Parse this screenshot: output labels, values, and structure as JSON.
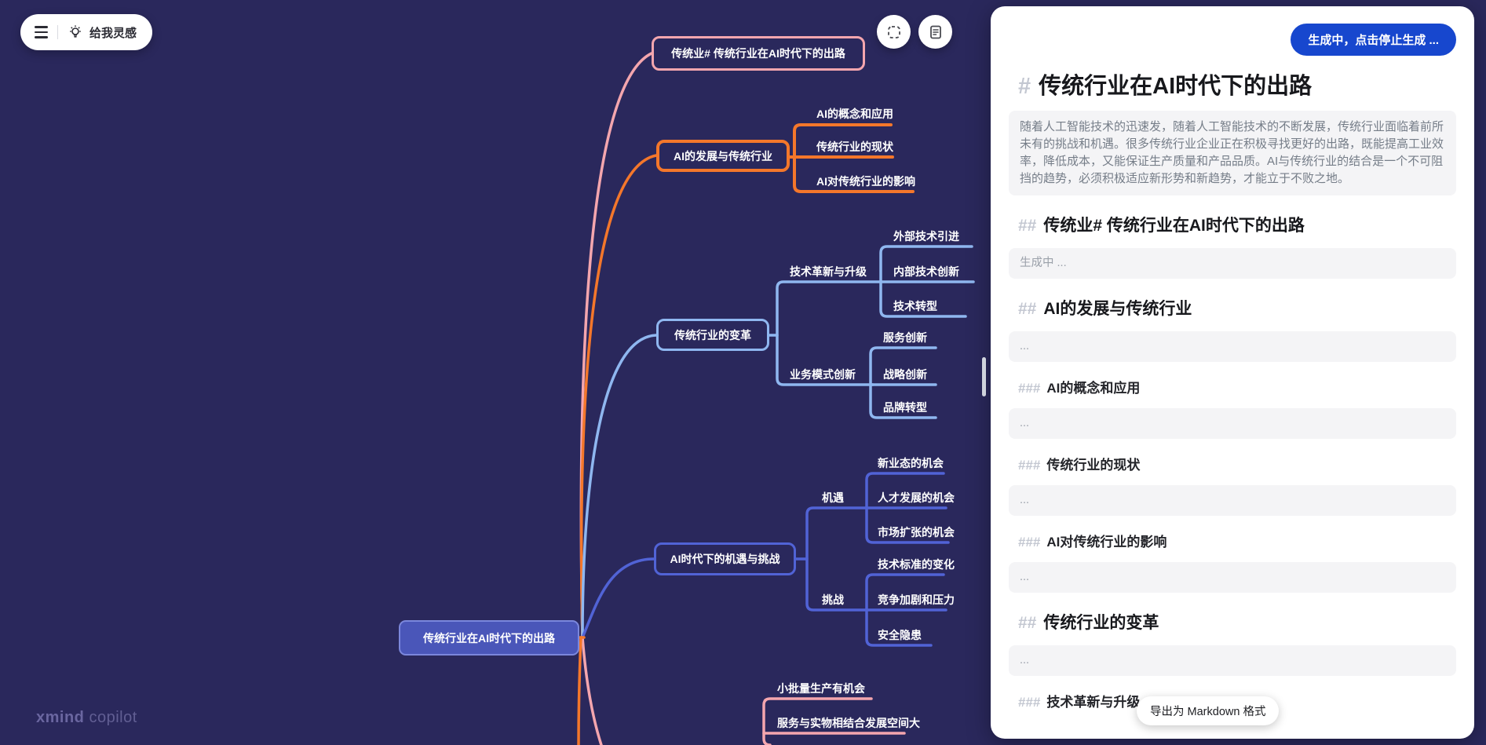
{
  "toolbar": {
    "inspire_label": "给我灵感"
  },
  "logo": {
    "brand": "xmind",
    "product": " copilot"
  },
  "colors": {
    "background": "#2A285C",
    "branch_pink": "#F4A6AE",
    "branch_orange": "#F4772B",
    "branch_blue": "#8FB7F0",
    "branch_indigo": "#5163D6",
    "root_fill": "#4A56B9",
    "root_border": "#7B87DC",
    "generate_button_blue": "#1747CE"
  },
  "mindmap": {
    "root": {
      "label": "传统行业在AI时代下的出路"
    },
    "branches": [
      {
        "label": "传统业# 传统行业在AI时代下的出路"
      },
      {
        "label": "AI的发展与传统行业",
        "children": [
          {
            "label": "AI的概念和应用"
          },
          {
            "label": "传统行业的现状"
          },
          {
            "label": "AI对传统行业的影响"
          }
        ]
      },
      {
        "label": "传统行业的变革",
        "children": [
          {
            "label": "技术革新与升级",
            "children": [
              {
                "label": "外部技术引进"
              },
              {
                "label": "内部技术创新"
              },
              {
                "label": "技术转型"
              }
            ]
          },
          {
            "label": "业务模式创新",
            "children": [
              {
                "label": "服务创新"
              },
              {
                "label": "战略创新"
              },
              {
                "label": "品牌转型"
              }
            ]
          }
        ]
      },
      {
        "label": "AI时代下的机遇与挑战",
        "children": [
          {
            "label": "机遇",
            "children": [
              {
                "label": "新业态的机会"
              },
              {
                "label": "人才发展的机会"
              },
              {
                "label": "市场扩张的机会"
              }
            ]
          },
          {
            "label": "挑战",
            "children": [
              {
                "label": "技术标准的变化"
              },
              {
                "label": "竞争加剧和压力"
              },
              {
                "label": "安全隐患"
              }
            ]
          }
        ]
      },
      {
        "children": [
          {
            "label": "小批量生产有机会"
          },
          {
            "label": "服务与实物相结合发展空间大"
          }
        ]
      }
    ]
  },
  "panel": {
    "generate_button": "生成中，点击停止生成 ...",
    "tooltip": "导出为 Markdown 格式",
    "items": [
      {
        "hash": "#",
        "text": "传统行业在AI时代下的出路"
      },
      {
        "box": "随着人工智能技术的迅速发，随着人工智能技术的不断发展，传统行业面临着前所未有的挑战和机遇。很多传统行业企业正在积极寻找更好的出路，既能提高工业效率，降低成本，又能保证生产质量和产品品质。AI与传统行业的结合是一个不可阻挡的趋势，必须积极适应新形势和新趋势，才能立于不败之地。"
      },
      {
        "hash": "##",
        "text": "传统业# 传统行业在AI时代下的出路"
      },
      {
        "box": "生成中 ..."
      },
      {
        "hash": "##",
        "text": "AI的发展与传统行业"
      },
      {
        "box": "..."
      },
      {
        "hash": "###",
        "text": "AI的概念和应用"
      },
      {
        "box": "..."
      },
      {
        "hash": "###",
        "text": "传统行业的现状"
      },
      {
        "box": "..."
      },
      {
        "hash": "###",
        "text": "AI对传统行业的影响"
      },
      {
        "box": "..."
      },
      {
        "hash": "##",
        "text": "传统行业的变革"
      },
      {
        "box": "..."
      },
      {
        "hash": "###",
        "text": "技术革新与升级"
      }
    ]
  }
}
